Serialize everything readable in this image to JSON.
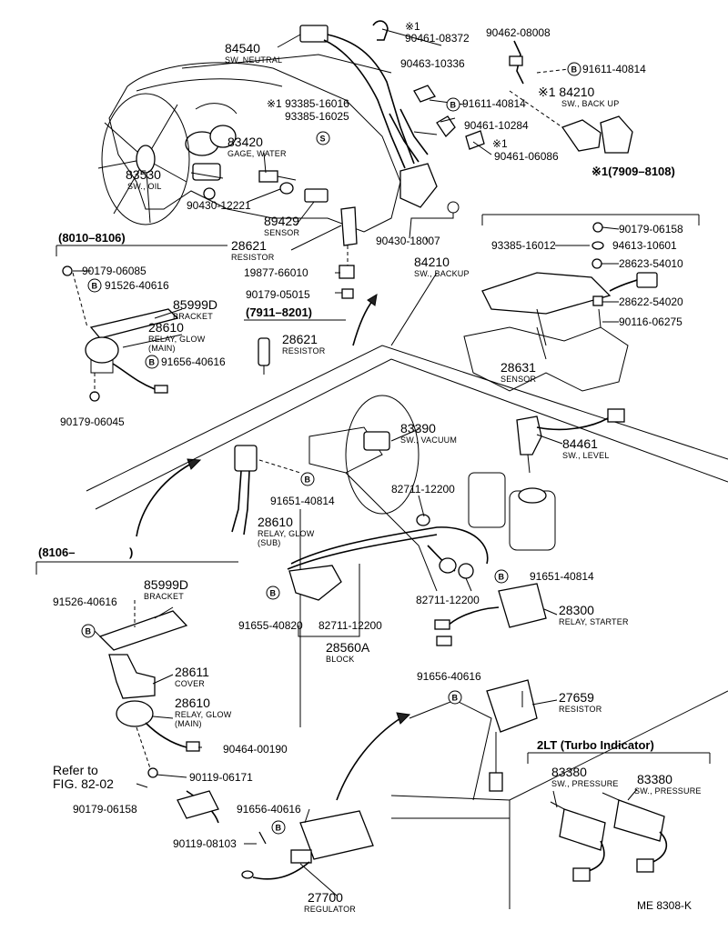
{
  "figure_code": "ME 8308-K",
  "notes": {
    "note1_mark": "※1",
    "note1_range": "※1(7909–8108)",
    "range_8010": "(8010–8106)",
    "range_7911": "(7911–8201)",
    "range_8106": "(8106–",
    "range_8106_close": ")",
    "turbo_title": "2LT (Turbo Indicator)",
    "refer_line1": "Refer to",
    "refer_line2": "FIG. 82-02"
  },
  "bolt_letter": "B",
  "screw_letter": "S",
  "parts": {
    "p84540": {
      "num": "84540",
      "desc": "SW, NEUTRAL"
    },
    "p90461_08372": {
      "num": "90461-08372"
    },
    "p90462_08008": {
      "num": "90462-08008"
    },
    "p91611_40814a": {
      "num": "91611-40814"
    },
    "p90463_10336": {
      "num": "90463-10336"
    },
    "p93385_16016": {
      "num": "※1 93385-16016"
    },
    "p93385_16025": {
      "num": "93385-16025"
    },
    "p91611_40814b": {
      "num": "91611-40814"
    },
    "p84210a": {
      "num": "※1 84210",
      "desc": "SW., BACK UP"
    },
    "p90461_10284": {
      "num": "90461-10284"
    },
    "p90461_06086": {
      "num": "90461-06086"
    },
    "p83420": {
      "num": "83420",
      "desc": "GAGE, WATER"
    },
    "p83530": {
      "num": "83530",
      "desc": "SW., OIL"
    },
    "p90430_12221": {
      "num": "90430-12221"
    },
    "p89429": {
      "num": "89429",
      "desc": "SENSOR"
    },
    "p28621a": {
      "num": "28621",
      "desc": "RESISTOR"
    },
    "p90430_18007": {
      "num": "90430-18007"
    },
    "p84210b": {
      "num": "84210",
      "desc": "SW., BACKUP"
    },
    "p19877": {
      "num": "19877-66010"
    },
    "p90179_05015": {
      "num": "90179-05015"
    },
    "p90179_06085": {
      "num": "90179-06085"
    },
    "p91526_40616a": {
      "num": "91526-40616"
    },
    "p85999a": {
      "num": "85999D",
      "desc": "BRACKET"
    },
    "p28610a": {
      "num": "28610",
      "desc": "RELAY, GLOW",
      "desc2": "(MAIN)"
    },
    "p91656_40616a": {
      "num": "91656-40616"
    },
    "p90179_06045": {
      "num": "90179-06045"
    },
    "p28621b": {
      "num": "28621",
      "desc": "RESISTOR"
    },
    "p90179_06158a": {
      "num": "90179-06158"
    },
    "p93385_16012": {
      "num": "93385-16012"
    },
    "p94613": {
      "num": "94613-10601"
    },
    "p28623": {
      "num": "28623-54010"
    },
    "p28622": {
      "num": "28622-54020"
    },
    "p90116": {
      "num": "90116-06275"
    },
    "p28631": {
      "num": "28631",
      "desc": "SENSOR"
    },
    "p83390": {
      "num": "83390",
      "desc": "SW., VACUUM"
    },
    "p84461": {
      "num": "84461",
      "desc": "SW., LEVEL"
    },
    "p91651_40814a": {
      "num": "91651-40814"
    },
    "p28610b": {
      "num": "28610",
      "desc": "RELAY, GLOW",
      "desc2": "(SUB)"
    },
    "p82711a": {
      "num": "82711-12200"
    },
    "p82711b": {
      "num": "82711-12200"
    },
    "p91651_40814b": {
      "num": "91651-40814"
    },
    "p28300": {
      "num": "28300",
      "desc": "RELAY, STARTER"
    },
    "p85999b": {
      "num": "85999D",
      "desc": "BRACKET"
    },
    "p91526_40616b": {
      "num": "91526-40616"
    },
    "p91655": {
      "num": "91655-40820"
    },
    "p82711c": {
      "num": "82711-12200"
    },
    "p28560": {
      "num": "28560A",
      "desc": "BLOCK"
    },
    "p28611": {
      "num": "28611",
      "desc": "COVER"
    },
    "p28610c": {
      "num": "28610",
      "desc": "RELAY, GLOW",
      "desc2": "(MAIN)"
    },
    "p91656_40616b": {
      "num": "91656-40616"
    },
    "p27659": {
      "num": "27659",
      "desc": "RESISTOR"
    },
    "p90464": {
      "num": "90464-00190"
    },
    "p90119_06171": {
      "num": "90119-06171"
    },
    "p90179_06158b": {
      "num": "90179-06158"
    },
    "p91656_40616c": {
      "num": "91656-40616"
    },
    "p90119_08103": {
      "num": "90119-08103"
    },
    "p27700": {
      "num": "27700",
      "desc": "REGULATOR"
    },
    "p83380a": {
      "num": "83380",
      "desc": "SW., PRESSURE"
    },
    "p83380b": {
      "num": "83380",
      "desc": "SW., PRESSURE"
    }
  }
}
